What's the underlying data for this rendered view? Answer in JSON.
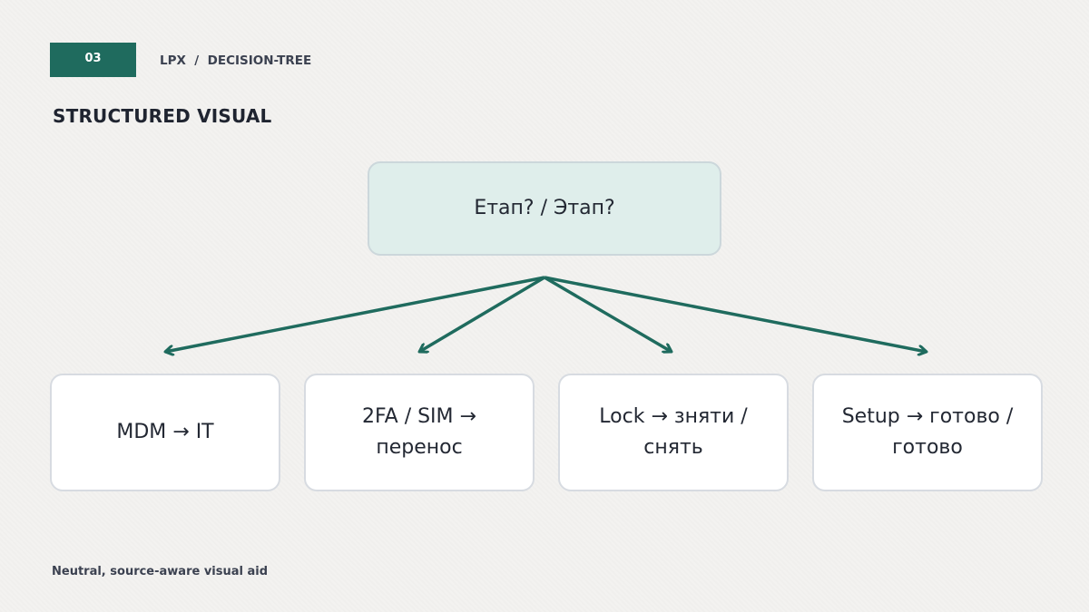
{
  "header": {
    "slide_number": "03",
    "breadcrumb": "LPX  /  DECISION-TREE"
  },
  "title": "STRUCTURED VISUAL",
  "tree": {
    "root": "Етап? / Этап?",
    "branches": [
      "MDM → IT",
      "2FA / SIM → перенос",
      "Lock → зняти / снять",
      "Setup → готово / готово"
    ]
  },
  "footer": "Neutral, source-aware visual aid",
  "colors": {
    "accent": "#1f6b5e",
    "root_fill": "#dfeeeb",
    "background": "#f3f2f0",
    "arrow": "#1f6b5e"
  }
}
